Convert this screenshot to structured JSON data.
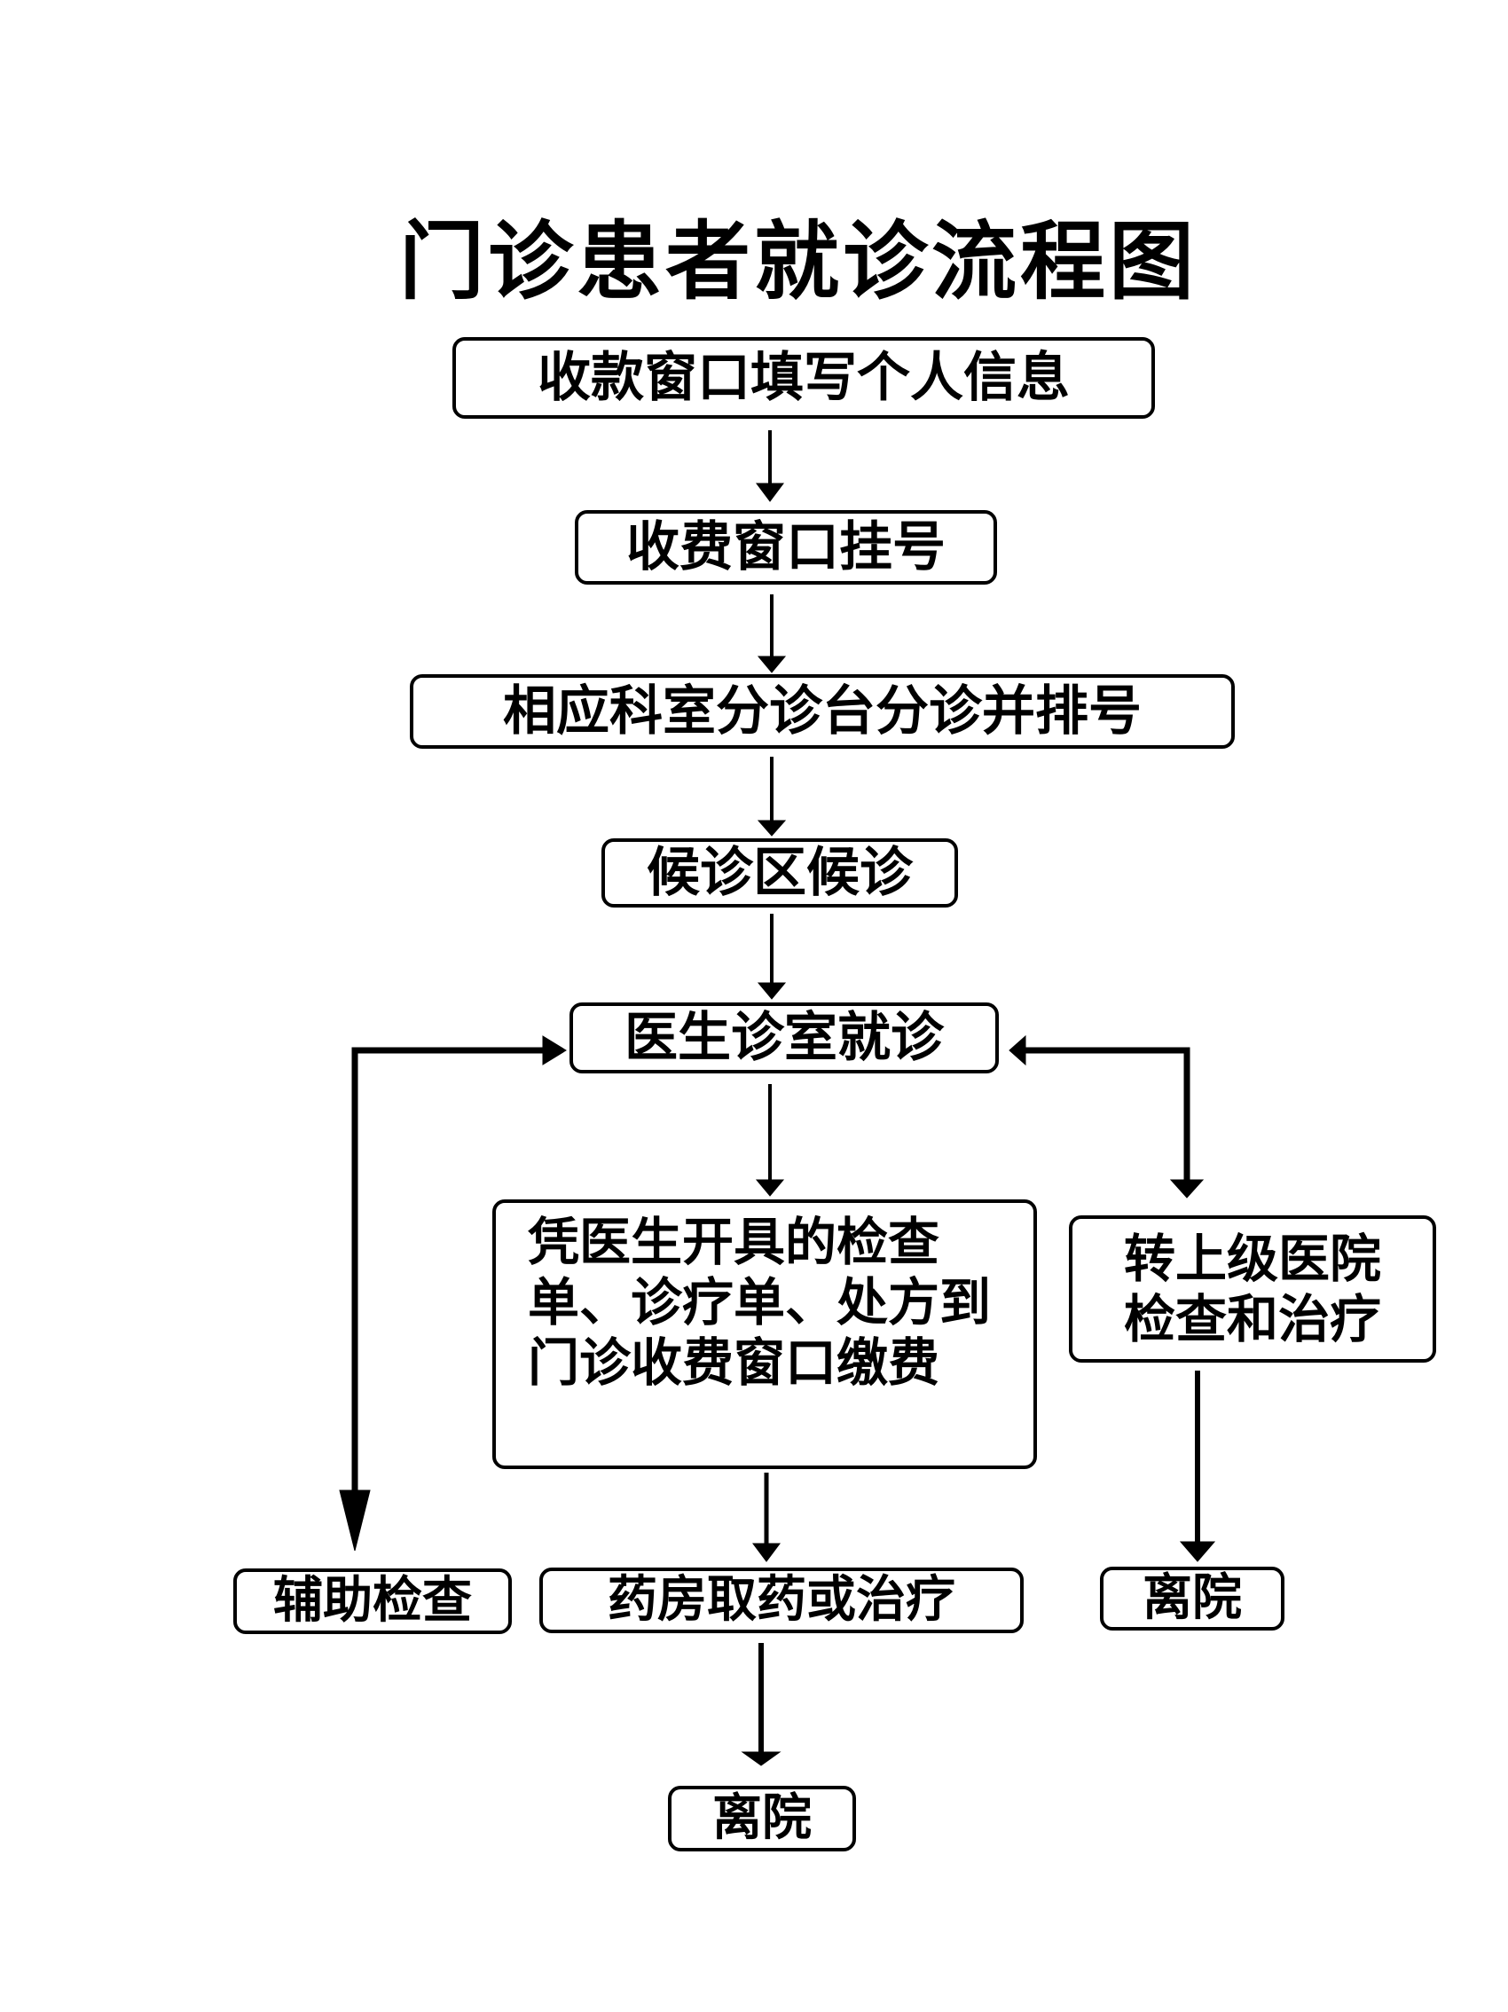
{
  "title": "门诊患者就诊流程图",
  "nodes": {
    "fill_info": "收款窗口填写个人信息",
    "register": "收费窗口挂号",
    "triage": "相应科室分诊台分诊并排号",
    "waiting": "候诊区候诊",
    "consult": "医生诊室就诊",
    "payment": "凭医生开具的检查单、诊疗单、处方到门诊收费窗口缴费",
    "referral": [
      "转上级医院",
      "检查和治疗"
    ],
    "aux_exam": "辅助检查",
    "pharmacy": "药房取药或治疗",
    "leave_right": "离院",
    "leave_bottom": "离院"
  },
  "edges": [
    {
      "from": "fill_info",
      "to": "register"
    },
    {
      "from": "register",
      "to": "triage"
    },
    {
      "from": "triage",
      "to": "waiting"
    },
    {
      "from": "waiting",
      "to": "consult"
    },
    {
      "from": "consult",
      "to": "payment"
    },
    {
      "from": "consult",
      "to": "referral",
      "bidirectional": true
    },
    {
      "from": "consult",
      "to": "aux_exam",
      "bidirectional": true
    },
    {
      "from": "payment",
      "to": "pharmacy"
    },
    {
      "from": "referral",
      "to": "leave_right"
    },
    {
      "from": "pharmacy",
      "to": "leave_bottom"
    }
  ]
}
